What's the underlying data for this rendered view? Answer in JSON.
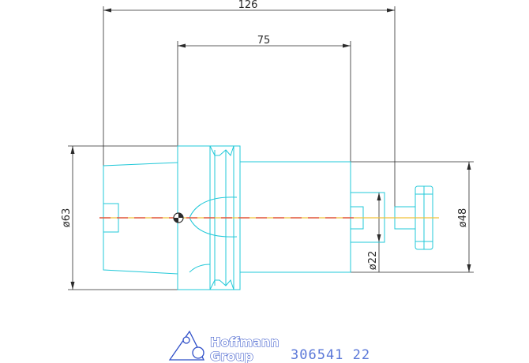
{
  "drawing": {
    "dimensions": {
      "overall_length": "126",
      "body_length": "75",
      "diameter_shank": "ø63",
      "diameter_end": "ø48",
      "diameter_bore": "ø22"
    },
    "colors": {
      "outline": "#21c8d8",
      "dimension": "#2a2a2a",
      "centerline": "#e25a4a",
      "axis": "#f0c23a",
      "brand": "#2f4fc8"
    }
  },
  "footer": {
    "logo_line1": "Hoffmann",
    "logo_line2": "Group",
    "part_number": "306541 22"
  }
}
